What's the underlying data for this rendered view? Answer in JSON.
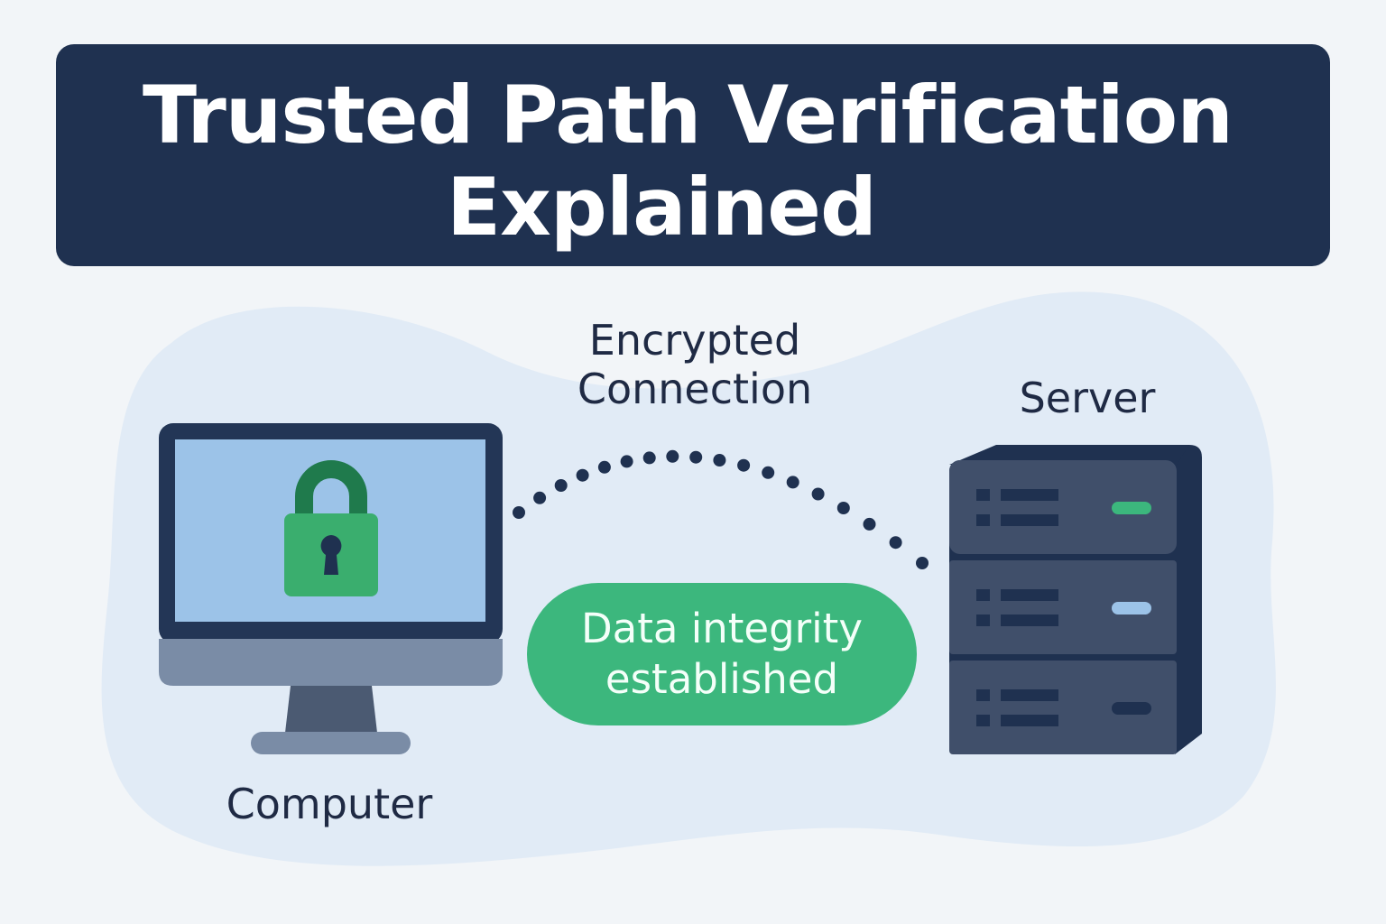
{
  "title": {
    "line1": "Trusted Path Verification",
    "line2": "Explained"
  },
  "connection": {
    "label_line1": "Encrypted",
    "label_line2": "Connection"
  },
  "server": {
    "label": "Server",
    "indicators": [
      "green",
      "blue",
      "dark"
    ]
  },
  "computer": {
    "label": "Computer",
    "screen_icon": "padlock-icon"
  },
  "status": {
    "line1": "Data integrity",
    "line2": "established"
  },
  "colors": {
    "title_bg": "#1f3150",
    "text_dark": "#1f2a44",
    "accent_green": "#3cb77d",
    "lock_green": "#3aae6e",
    "lock_shackle": "#1f7a4c",
    "screen_blue": "#9cc3e8",
    "monitor_frame": "#233656",
    "monitor_chin": "#7a8ca6",
    "server_body": "#404f6a",
    "server_dark": "#1f3150",
    "indicator_green": "#3cb77d",
    "indicator_blue": "#9cc3e8",
    "indicator_dark": "#1f3150",
    "blob_bg": "#e1ebf6"
  }
}
